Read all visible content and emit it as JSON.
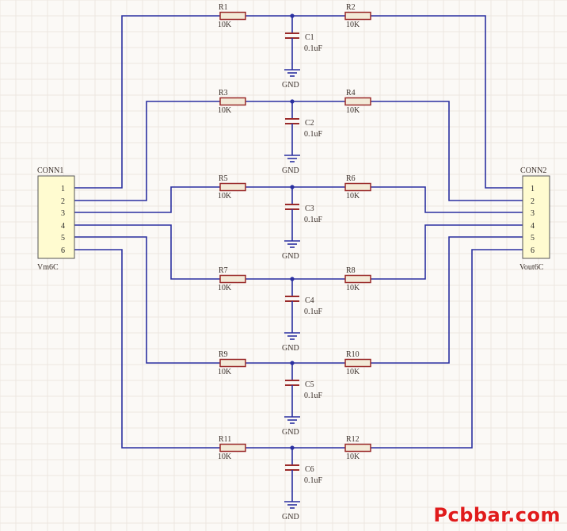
{
  "connectors": {
    "left": {
      "name": "CONN1",
      "part": "Vm6C",
      "pins": [
        "1",
        "2",
        "3",
        "4",
        "5",
        "6"
      ]
    },
    "right": {
      "name": "CONN2",
      "part": "Vout6C",
      "pins": [
        "1",
        "2",
        "3",
        "4",
        "5",
        "6"
      ]
    }
  },
  "stages": [
    {
      "r_left": "R1",
      "r_left_value": "10K",
      "cap": "C1",
      "cap_value": "0.1uF",
      "r_right": "R2",
      "r_right_value": "10K",
      "ground": "GND"
    },
    {
      "r_left": "R3",
      "r_left_value": "10K",
      "cap": "C2",
      "cap_value": "0.1uF",
      "r_right": "R4",
      "r_right_value": "10K",
      "ground": "GND"
    },
    {
      "r_left": "R5",
      "r_left_value": "10K",
      "cap": "C3",
      "cap_value": "0.1uF",
      "r_right": "R6",
      "r_right_value": "10K",
      "ground": "GND"
    },
    {
      "r_left": "R7",
      "r_left_value": "10K",
      "cap": "C4",
      "cap_value": "0.1uF",
      "r_right": "R8",
      "r_right_value": "10K",
      "ground": "GND"
    },
    {
      "r_left": "R9",
      "r_left_value": "10K",
      "cap": "C5",
      "cap_value": "0.1uF",
      "r_right": "R10",
      "r_right_value": "10K",
      "ground": "GND"
    },
    {
      "r_left": "R11",
      "r_left_value": "10K",
      "cap": "C6",
      "cap_value": "0.1uF",
      "r_right": "R12",
      "r_right_value": "10K",
      "ground": "GND"
    }
  ],
  "watermark": "Pcbbar.com",
  "colors": {
    "wire": "#2a2fa0",
    "component": "#9a2a2a",
    "connector_fill": "#fffbd0",
    "grid": "#ece6e0"
  }
}
